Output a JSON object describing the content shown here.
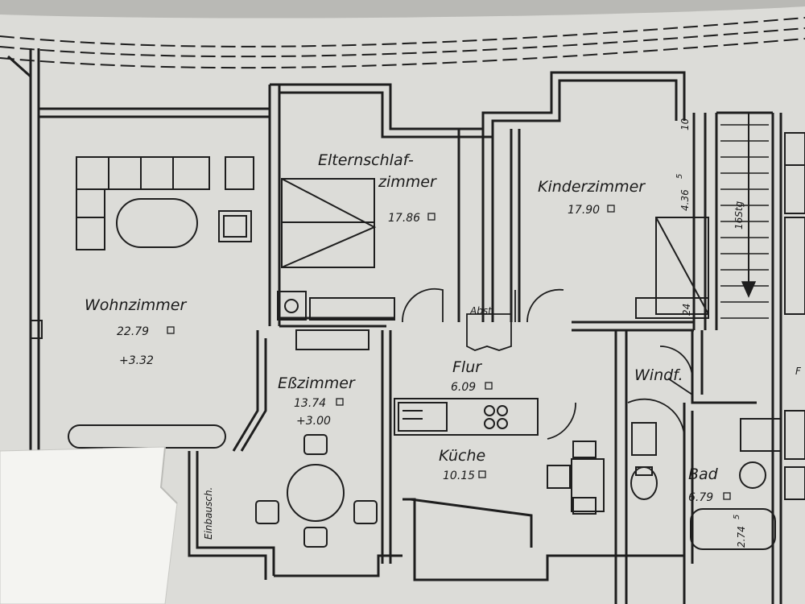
{
  "colors": {
    "paper": "#dcdcd8",
    "ink": "#1e1e1e",
    "note": "#f4f4f1",
    "background": "#8f8f8c"
  },
  "rooms": {
    "elternschlafzimmer": {
      "name_line1": "Elternschlaf-",
      "name_line2": "zimmer",
      "area": "17.86"
    },
    "kinderzimmer": {
      "name": "Kinderzimmer",
      "area": "17.90"
    },
    "wohnzimmer": {
      "name": "Wohnzimmer",
      "area": "22.79",
      "extra": "+3.32"
    },
    "esszimmer": {
      "name": "Eßzimmer",
      "area": "13.74",
      "extra": "+3.00"
    },
    "flur": {
      "name": "Flur",
      "area": "6.09"
    },
    "kueche": {
      "name": "Küche",
      "area": "10.15"
    },
    "bad": {
      "name": "Bad",
      "area": "6.79"
    },
    "windfang": {
      "name": "Windf."
    },
    "abstellraum": {
      "name": "Abst."
    },
    "einbauschrank": {
      "name": "Einbausch."
    }
  },
  "dimensions": {
    "kinder_width": "4.36",
    "kinder_width_sup": "5",
    "bad_width": "2.74",
    "bad_width_sup": "5",
    "wall_10": "10",
    "wall_24": "24"
  },
  "stairs": {
    "label": "16Stg"
  },
  "edge_labels": {
    "right_f": "F"
  }
}
